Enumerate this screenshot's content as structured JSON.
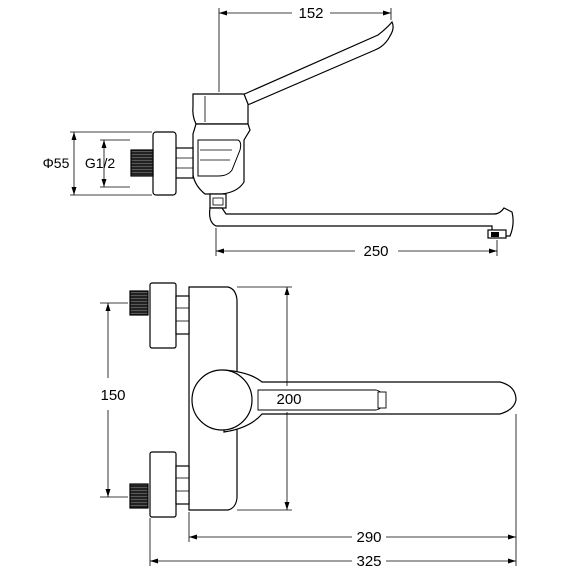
{
  "side_view": {
    "dim_handle_length": "152",
    "dim_spout_reach": "250",
    "dim_flange_diameter": "Φ55",
    "dim_thread": "G1/2"
  },
  "front_view": {
    "dim_inlet_spacing": "150",
    "dim_body_height": "200",
    "dim_spout_from_body": "290",
    "dim_overall_width": "325"
  }
}
